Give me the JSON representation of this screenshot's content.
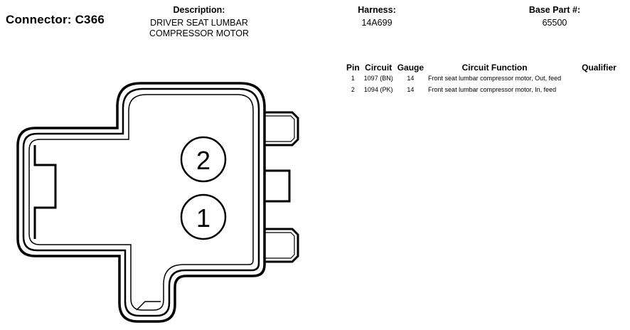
{
  "connector": {
    "title": "Connector: C366"
  },
  "description": {
    "label": "Description:",
    "line1": "DRIVER SEAT LUMBAR",
    "line2": "COMPRESSOR MOTOR"
  },
  "harness": {
    "label": "Harness:",
    "value": "14A699"
  },
  "base_part": {
    "label": "Base Part #:",
    "value": "65500"
  },
  "pin_table": {
    "headers": {
      "pin": "Pin",
      "circuit": "Circuit",
      "gauge": "Gauge",
      "function": "Circuit Function",
      "qualifier": "Qualifier"
    },
    "rows": [
      {
        "pin": "1",
        "circuit": "1097 (BN)",
        "gauge": "14",
        "function": "Front seat lumbar compressor motor, Out, feed",
        "qualifier": ""
      },
      {
        "pin": "2",
        "circuit": "1094 (PK)",
        "gauge": "14",
        "function": "Front seat lumbar compressor motor, In, feed",
        "qualifier": ""
      }
    ]
  },
  "diagram": {
    "cavity_top_label": "2",
    "cavity_bottom_label": "1"
  }
}
